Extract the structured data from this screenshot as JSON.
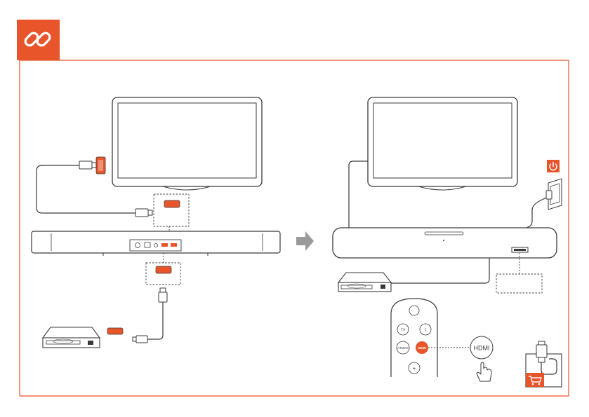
{
  "colors": {
    "accent": "#E8552A",
    "line": "#3a3a3a",
    "frame": "#E8552A",
    "background": "#ffffff"
  },
  "header": {
    "icon": "link-icon"
  },
  "left_panel": {
    "tv_icon": "tv-icon",
    "soundbar_icon": "soundbar-icon",
    "soundbar_ports": [
      "port-icon",
      "port-icon",
      "port-icon",
      "hdmi-port-icon",
      "hdmi-port-icon"
    ],
    "player_icon": "bluray-player-icon",
    "hdmi_highlight_icon": "hdmi-port-icon"
  },
  "right_panel": {
    "tv_icon": "tv-icon",
    "soundbar_icon": "soundbar-icon",
    "player_icon": "bluray-player-icon",
    "power_icon": "power-icon",
    "plug_icon": "power-outlet-icon",
    "remote": {
      "buttons": [
        "",
        "TV",
        "",
        "ATMOS",
        "HDMI",
        "+"
      ],
      "highlighted": "HDMI"
    },
    "hdmi_callout_label": "HDMI",
    "hand_icon": "pointing-hand-icon",
    "cart_icon": "cart-icon",
    "cable_icon": "hdmi-cable-icon"
  },
  "arrow_icon": "arrow-right-icon"
}
